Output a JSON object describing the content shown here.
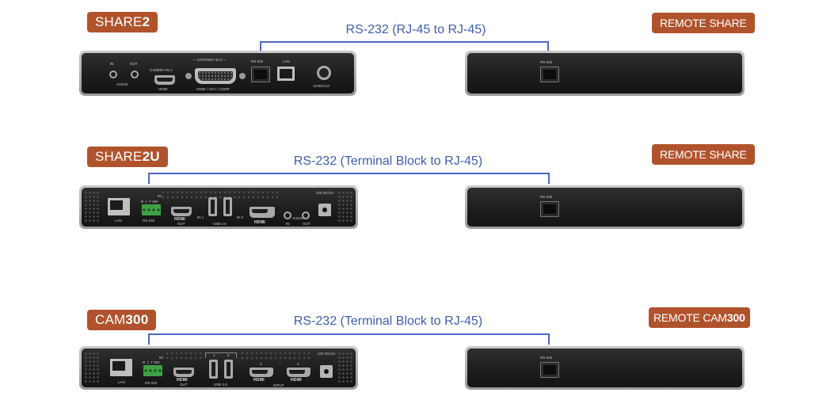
{
  "rows": [
    {
      "left_badge": {
        "prefix": "SHARE",
        "bold": "2"
      },
      "right_badge": "REMOTE SHARE",
      "link_label": "RS-232  (RJ-45 to RJ-45)",
      "left_device": {
        "labels": {
          "in": "IN",
          "out": "OUT",
          "audio": "AUDIO",
          "camera_in": "CAMERA IN 1",
          "hdmi": "HDMI",
          "content_in": "— CONTENT IN 2 —",
          "content_sub": "HDMI / VGA / COMP",
          "rs232": "RS-232",
          "lan": "LAN",
          "power": "12VDC/1A"
        }
      },
      "right_device": {
        "port_label": "RS-232"
      }
    },
    {
      "left_badge": {
        "prefix": "SHARE",
        "bold": "2U"
      },
      "right_badge": "REMOTE SHARE",
      "link_label": "RS-232  (Terminal Block to RJ-45)",
      "left_device": {
        "labels": {
          "lan": "LAN",
          "rs232": "RS-232",
          "terminal_pins": "R  ⏚  T  SW",
          "terminal_5v": "5V",
          "hdmi_logo": "HDMI",
          "hdmi_out": "OUT",
          "in1": "IN 1",
          "in2": "IN 2",
          "usb": "USB 2.0",
          "audio": "AUDIO",
          "audio_in": "IN",
          "audio_out": "OUT",
          "power": "12V DC/1A"
        }
      },
      "right_device": {
        "port_label": "RS-232"
      }
    },
    {
      "left_badge": {
        "prefix": "CAM",
        "bold": "300"
      },
      "right_badge": {
        "prefix": "REMOTE CAM",
        "bold": "300"
      },
      "link_label": "RS-232  (Terminal Block to RJ-45)",
      "left_device": {
        "labels": {
          "lan": "LAN",
          "rs232": "RS-232",
          "terminal_pins": "R  ⏚  T  SW",
          "terminal_5v": "5V",
          "hdmi_logo": "HDMI",
          "hdmi_out": "OUT",
          "usb_1": "1",
          "usb_2": "2",
          "usb": "USB 2.0",
          "in3": "3",
          "in4": "4",
          "input": "INPUT",
          "power": "12V DC/1A"
        }
      },
      "right_device": {
        "port_label": "RS-232"
      }
    }
  ],
  "colors": {
    "badge": "#b0532c",
    "link_line": "#4a66c8",
    "link_text": "#3e5fb0",
    "device_body": "#1c1c1c",
    "device_frame": "#b0b0b0",
    "terminal_block": "#3fa146"
  },
  "icons": [
    "rj45-port-icon",
    "hdmi-port-icon",
    "usb-port-icon",
    "audio-jack-icon",
    "dc-power-icon",
    "terminal-block-icon",
    "dvi-port-icon"
  ]
}
